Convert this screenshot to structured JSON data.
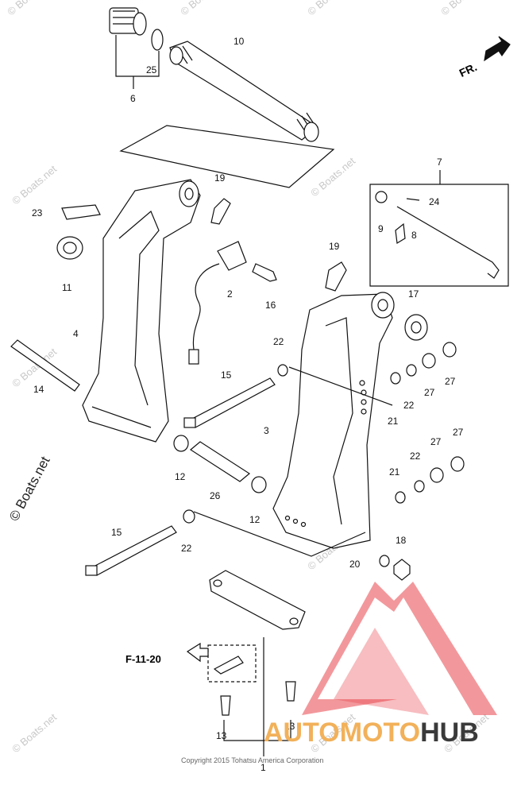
{
  "watermark": "© Boats.net",
  "side_watermark": "© Boats.net",
  "copyright": "Copyright 2015 Tohatsu America Corporation",
  "direction_label": "FR.",
  "reference_label": "F-11-20",
  "brand": {
    "part1": "AUTO",
    "part2": "MOTO",
    "part3": "HUB",
    "color_accent": "#f2b15a",
    "color_dark": "#3a3a3a",
    "logo_color": "#e8434a"
  },
  "callouts": [
    {
      "id": "c1",
      "text": "1"
    },
    {
      "id": "c2",
      "text": "2"
    },
    {
      "id": "c3",
      "text": "3"
    },
    {
      "id": "c4",
      "text": "4"
    },
    {
      "id": "c6",
      "text": "6"
    },
    {
      "id": "c7",
      "text": "7"
    },
    {
      "id": "c8",
      "text": "8"
    },
    {
      "id": "c9",
      "text": "9"
    },
    {
      "id": "c10",
      "text": "10"
    },
    {
      "id": "c11",
      "text": "11"
    },
    {
      "id": "c12a",
      "text": "12"
    },
    {
      "id": "c12b",
      "text": "12"
    },
    {
      "id": "c13a",
      "text": "13"
    },
    {
      "id": "c13b",
      "text": "13"
    },
    {
      "id": "c14",
      "text": "14"
    },
    {
      "id": "c15a",
      "text": "15"
    },
    {
      "id": "c15b",
      "text": "15"
    },
    {
      "id": "c16",
      "text": "16"
    },
    {
      "id": "c17",
      "text": "17"
    },
    {
      "id": "c18",
      "text": "18"
    },
    {
      "id": "c19a",
      "text": "19"
    },
    {
      "id": "c19b",
      "text": "19"
    },
    {
      "id": "c20",
      "text": "20"
    },
    {
      "id": "c21a",
      "text": "21"
    },
    {
      "id": "c21b",
      "text": "21"
    },
    {
      "id": "c22a",
      "text": "22"
    },
    {
      "id": "c22b",
      "text": "22"
    },
    {
      "id": "c22c",
      "text": "22"
    },
    {
      "id": "c22d",
      "text": "22"
    },
    {
      "id": "c23",
      "text": "23"
    },
    {
      "id": "c24",
      "text": "24"
    },
    {
      "id": "c25",
      "text": "25"
    },
    {
      "id": "c26",
      "text": "26"
    },
    {
      "id": "c27a",
      "text": "27"
    },
    {
      "id": "c27b",
      "text": "27"
    },
    {
      "id": "c27c",
      "text": "27"
    },
    {
      "id": "c27d",
      "text": "27"
    }
  ]
}
